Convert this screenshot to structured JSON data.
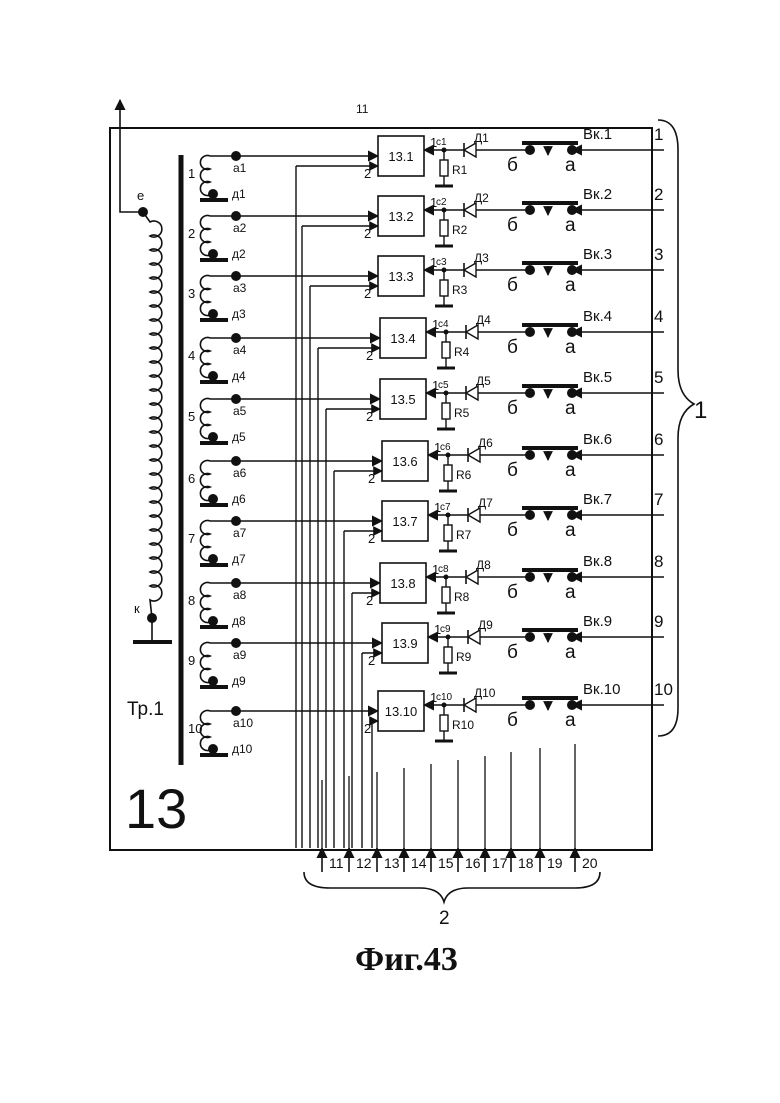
{
  "figure": {
    "caption": "Фиг.43",
    "block_number": "13",
    "output_label": "11",
    "input_group_right": "1",
    "input_group_bottom": "2"
  },
  "transformer": {
    "name": "Тр.1",
    "primary_top": "е",
    "primary_bottom": "к"
  },
  "stage_labels": {
    "pin1": "1",
    "pin2": "2",
    "switch_left": "б",
    "switch_right": "а"
  },
  "stages": [
    {
      "winding": "1",
      "top": "а1",
      "bottom": "д1",
      "block": "13.1",
      "cap": "c1",
      "diode": "Д1",
      "resistor": "R1",
      "switch": "Вк.1",
      "input": "1"
    },
    {
      "winding": "2",
      "top": "а2",
      "bottom": "д2",
      "block": "13.2",
      "cap": "c2",
      "diode": "Д2",
      "resistor": "R2",
      "switch": "Вк.2",
      "input": "2"
    },
    {
      "winding": "3",
      "top": "а3",
      "bottom": "д3",
      "block": "13.3",
      "cap": "c3",
      "diode": "Д3",
      "resistor": "R3",
      "switch": "Вк.3",
      "input": "3"
    },
    {
      "winding": "4",
      "top": "а4",
      "bottom": "д4",
      "block": "13.4",
      "cap": "c4",
      "diode": "Д4",
      "resistor": "R4",
      "switch": "Вк.4",
      "input": "4"
    },
    {
      "winding": "5",
      "top": "а5",
      "bottom": "д5",
      "block": "13.5",
      "cap": "c5",
      "diode": "Д5",
      "resistor": "R5",
      "switch": "Вк.5",
      "input": "5"
    },
    {
      "winding": "6",
      "top": "а6",
      "bottom": "д6",
      "block": "13.6",
      "cap": "c6",
      "diode": "Д6",
      "resistor": "R6",
      "switch": "Вк.6",
      "input": "6"
    },
    {
      "winding": "7",
      "top": "а7",
      "bottom": "д7",
      "block": "13.7",
      "cap": "c7",
      "diode": "Д7",
      "resistor": "R7",
      "switch": "Вк.7",
      "input": "7"
    },
    {
      "winding": "8",
      "top": "а8",
      "bottom": "д8",
      "block": "13.8",
      "cap": "c8",
      "diode": "Д8",
      "resistor": "R8",
      "switch": "Вк.8",
      "input": "8"
    },
    {
      "winding": "9",
      "top": "а9",
      "bottom": "д9",
      "block": "13.9",
      "cap": "c9",
      "diode": "Д9",
      "resistor": "R9",
      "switch": "Вк.9",
      "input": "9"
    },
    {
      "winding": "10",
      "top": "а10",
      "bottom": "д10",
      "block": "13.10",
      "cap": "c10",
      "diode": "Д10",
      "resistor": "R10",
      "switch": "Вк.10",
      "input": "10"
    }
  ],
  "bottom_inputs": [
    "11",
    "12",
    "13",
    "14",
    "15",
    "16",
    "17",
    "18",
    "19",
    "20"
  ]
}
